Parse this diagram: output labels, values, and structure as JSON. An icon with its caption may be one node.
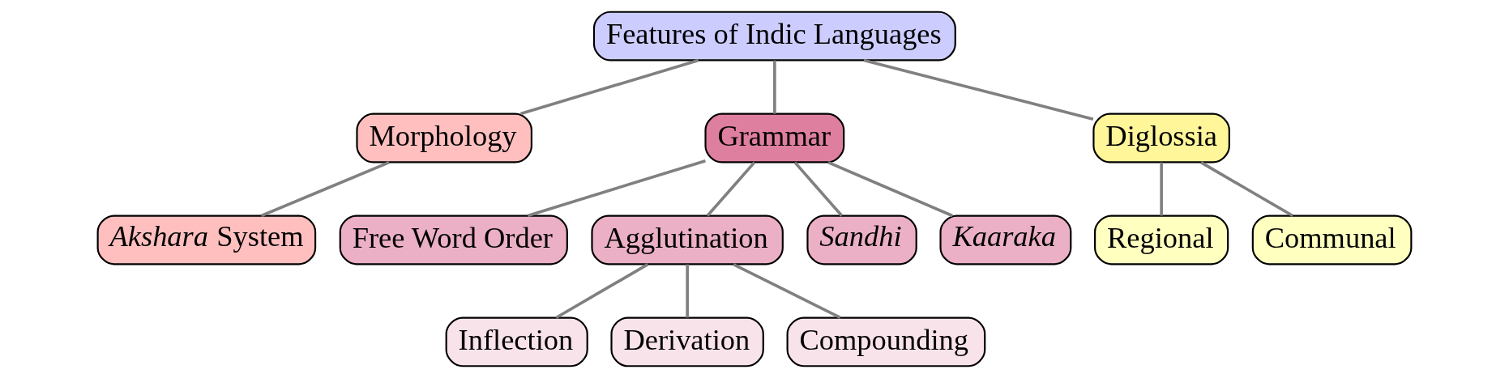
{
  "diagram": {
    "nodes": [
      {
        "text": [
          "Features of Indic Languages"
        ]
      },
      {
        "text": [
          "Morphology"
        ]
      },
      {
        "text": [
          "Grammar"
        ]
      },
      {
        "text": [
          "Diglossia"
        ]
      },
      {
        "text": [
          "*Akshara* System"
        ]
      },
      {
        "text": [
          "Free Word Order"
        ]
      },
      {
        "text": [
          "Agglutination"
        ]
      },
      {
        "text": [
          "Sandhi"
        ]
      },
      {
        "text": [
          "Kaaraka"
        ]
      },
      {
        "text": [
          "Regional"
        ]
      },
      {
        "text": [
          "Communal"
        ]
      },
      {
        "text": [
          "Inflection"
        ]
      },
      {
        "text": [
          "Derivation"
        ]
      },
      {
        "text": [
          "Compounding"
        ]
      }
    ],
    "edges": [
      {
        "from": 0,
        "to": 1,
        "arrow": "none"
      },
      {
        "from": 0,
        "to": 2,
        "arrow": "none"
      },
      {
        "from": 0,
        "to": 3,
        "arrow": "none"
      },
      {
        "from": 1,
        "to": 4,
        "arrow": "none"
      },
      {
        "from": 2,
        "to": 5,
        "arrow": "none"
      },
      {
        "from": 2,
        "to": 6,
        "arrow": "none"
      },
      {
        "from": 2,
        "to": 7,
        "arrow": "none"
      },
      {
        "from": 2,
        "to": 8,
        "arrow": "none"
      },
      {
        "from": 3,
        "to": 9,
        "arrow": "none"
      },
      {
        "from": 3,
        "to": 10,
        "arrow": "none"
      },
      {
        "from": 6,
        "to": 11,
        "arrow": "none"
      },
      {
        "from": 6,
        "to": 12,
        "arrow": "none"
      },
      {
        "from": 6,
        "to": 13,
        "arrow": "none"
      }
    ]
  }
}
